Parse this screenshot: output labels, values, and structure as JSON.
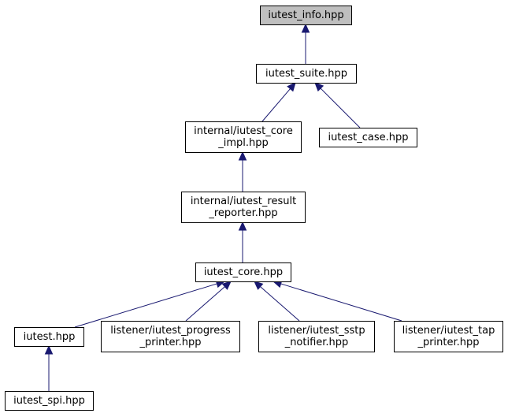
{
  "nodes": [
    {
      "id": "info",
      "lines": [
        "iutest_info.hpp"
      ],
      "current": true
    },
    {
      "id": "suite",
      "lines": [
        "iutest_suite.hpp"
      ]
    },
    {
      "id": "coreimpl",
      "lines": [
        "internal/iutest_core",
        "_impl.hpp"
      ]
    },
    {
      "id": "case",
      "lines": [
        "iutest_case.hpp"
      ]
    },
    {
      "id": "result",
      "lines": [
        "internal/iutest_result",
        "_reporter.hpp"
      ]
    },
    {
      "id": "core",
      "lines": [
        "iutest_core.hpp"
      ]
    },
    {
      "id": "iutest",
      "lines": [
        "iutest.hpp"
      ]
    },
    {
      "id": "progress",
      "lines": [
        "listener/iutest_progress",
        "_printer.hpp"
      ]
    },
    {
      "id": "sstp",
      "lines": [
        "listener/iutest_sstp",
        "_notifier.hpp"
      ]
    },
    {
      "id": "tap",
      "lines": [
        "listener/iutest_tap",
        "_printer.hpp"
      ]
    },
    {
      "id": "spi",
      "lines": [
        "iutest_spi.hpp"
      ]
    }
  ],
  "edges": [
    {
      "from": "suite",
      "to": "info"
    },
    {
      "from": "coreimpl",
      "to": "suite"
    },
    {
      "from": "case",
      "to": "suite"
    },
    {
      "from": "result",
      "to": "coreimpl"
    },
    {
      "from": "core",
      "to": "result"
    },
    {
      "from": "iutest",
      "to": "core"
    },
    {
      "from": "progress",
      "to": "core"
    },
    {
      "from": "sstp",
      "to": "core"
    },
    {
      "from": "tap",
      "to": "core"
    },
    {
      "from": "spi",
      "to": "iutest"
    }
  ]
}
